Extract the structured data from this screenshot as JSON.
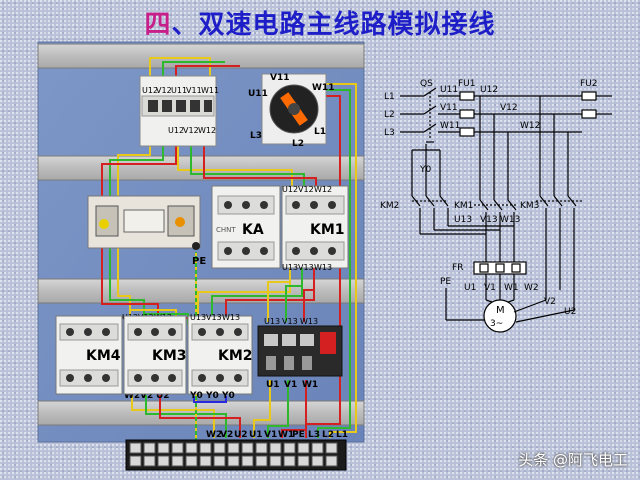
{
  "title": {
    "num": "四",
    "rest": "、双速电路主线路模拟接线"
  },
  "watermark": "头条 @阿飞电工",
  "panel": {
    "breaker_top": [
      "U12",
      "V12",
      "U11",
      "V11",
      "W11"
    ],
    "breaker_bottom": [
      "U12",
      "V12",
      "W12"
    ],
    "switch_terms": [
      "V11",
      "U11",
      "W11",
      "L3",
      "L2",
      "L1"
    ],
    "ka": "KA",
    "km1": "KM1",
    "km1_top": [
      "U12",
      "V12",
      "W12"
    ],
    "km1_bottom": [
      "U13",
      "V13",
      "W13"
    ],
    "pe": "PE",
    "km4": "KM4",
    "km3": "KM3",
    "km2": "KM2",
    "km4_top": [
      "U12",
      "V12",
      "W12"
    ],
    "km2_top": [
      "U13",
      "V13",
      "W13"
    ],
    "fr_top": [
      "U13",
      "V13",
      "W13"
    ],
    "fr_bottom": [
      "U1",
      "V1",
      "W1"
    ],
    "km4_bottom": [
      "W2",
      "V2",
      "U2"
    ],
    "km2_bottom": [
      "Y0",
      "Y0",
      "Y0"
    ],
    "terminal": [
      "W2",
      "V2",
      "U2",
      "U1",
      "V1",
      "W1",
      "PE",
      "L3",
      "L2",
      "L1"
    ],
    "brand": "CHNT"
  },
  "schematic": {
    "lines": [
      "L1",
      "L2",
      "L3"
    ],
    "qs": "QS",
    "fu1": "FU1",
    "fu2": "FU2",
    "u11": "U11",
    "v11": "V11",
    "w11": "W11",
    "u12": "U12",
    "v12": "V12",
    "w12": "W12",
    "y0": "Y0",
    "km2": "KM2",
    "km1": "KM1",
    "km3": "KM3",
    "u13": "U13",
    "v13": "V13",
    "w13": "W13",
    "fr": "FR",
    "pe": "PE",
    "u1": "U1",
    "v1": "V1",
    "w1": "W1",
    "w2": "W2",
    "v2": "V2",
    "u2": "U2",
    "motor_m": "M",
    "motor_3": "3~"
  }
}
